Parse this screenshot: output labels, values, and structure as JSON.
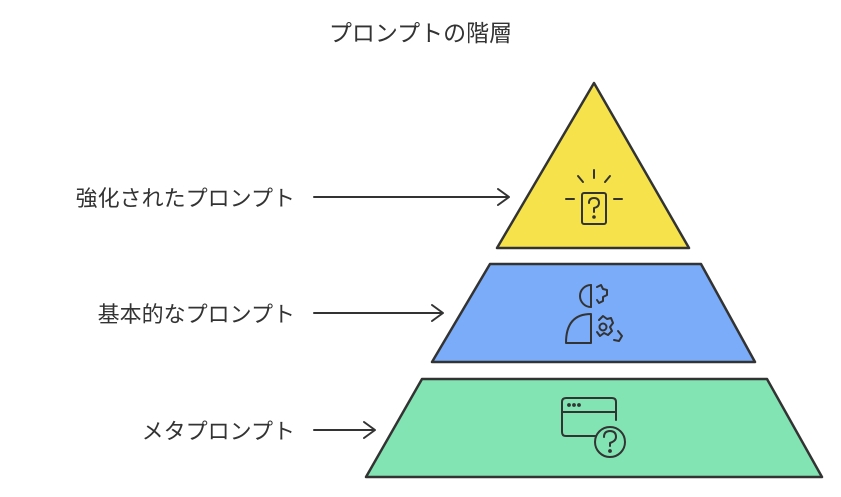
{
  "title": "プロンプトの階層",
  "levels": [
    {
      "label": "強化されたプロンプト",
      "color": "#f6e24a",
      "icon": "idea-question-icon"
    },
    {
      "label": "基本的なプロンプト",
      "color": "#7aacf9",
      "icon": "human-gear-icon"
    },
    {
      "label": "メタプロンプト",
      "color": "#82e3b3",
      "icon": "browser-question-icon"
    }
  ],
  "colors": {
    "stroke": "#333333",
    "text": "#333333"
  }
}
